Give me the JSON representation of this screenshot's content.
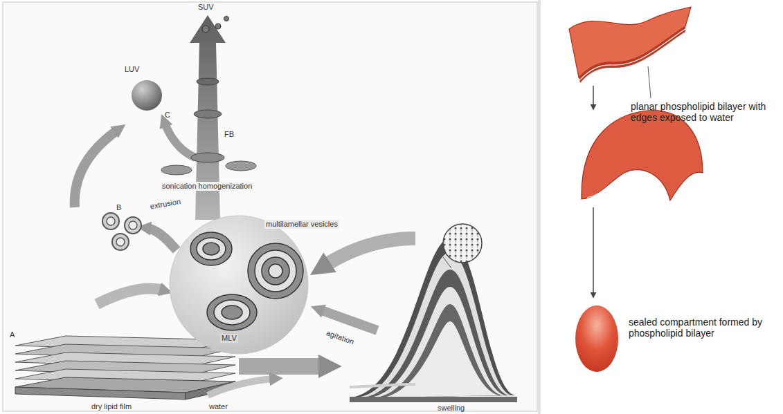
{
  "diagram": {
    "labels": [
      "SUV",
      "LUV",
      "C",
      "FB",
      "sonication homogenization",
      "extrusion",
      "B",
      "multilamellar vesicles",
      "MLV",
      "agitation",
      "A",
      "dry lipid film",
      "water",
      "swelling",
      "planar phospholipid bilayer with edges exposed to water",
      "sealed compartment formed by phospholipid bilayer"
    ]
  }
}
